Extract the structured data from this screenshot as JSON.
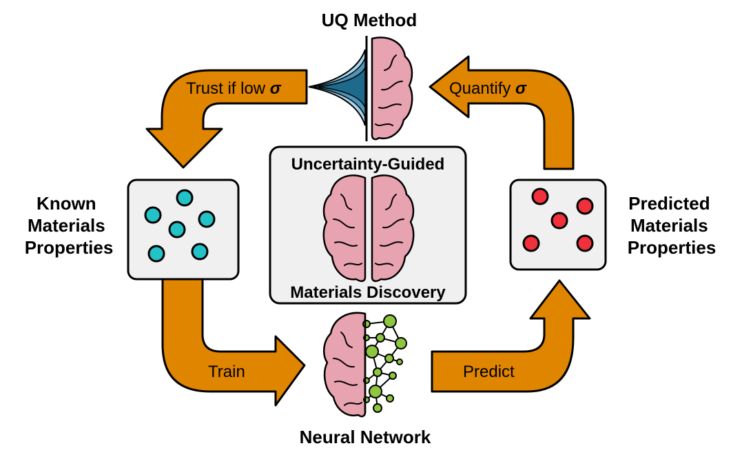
{
  "labels": {
    "uq_method": "UQ Method",
    "neural_network": "Neural Network",
    "known_materials": [
      "Known",
      "Materials",
      "Properties"
    ],
    "predicted_materials": [
      "Predicted",
      "Materials",
      "Properties"
    ],
    "center_top": "Uncertainty-Guided",
    "center_bottom": "Materials Discovery"
  },
  "arrows": {
    "trust": {
      "text": "Trust if low ",
      "symbol": "σ"
    },
    "quantify": {
      "text": "Quantify ",
      "symbol": "σ"
    },
    "train": "Train",
    "predict": "Predict"
  },
  "colors": {
    "arrow": "#e08500",
    "known_dot": "#22c2c7",
    "predicted_dot": "#f0303a",
    "network_node": "#8ec63f",
    "brain": "#e8a3b0",
    "distribution": "#1d6a8c",
    "box": "#f0f0f0"
  },
  "icons": [
    "brain-icon",
    "distribution-icon",
    "network-icon"
  ]
}
